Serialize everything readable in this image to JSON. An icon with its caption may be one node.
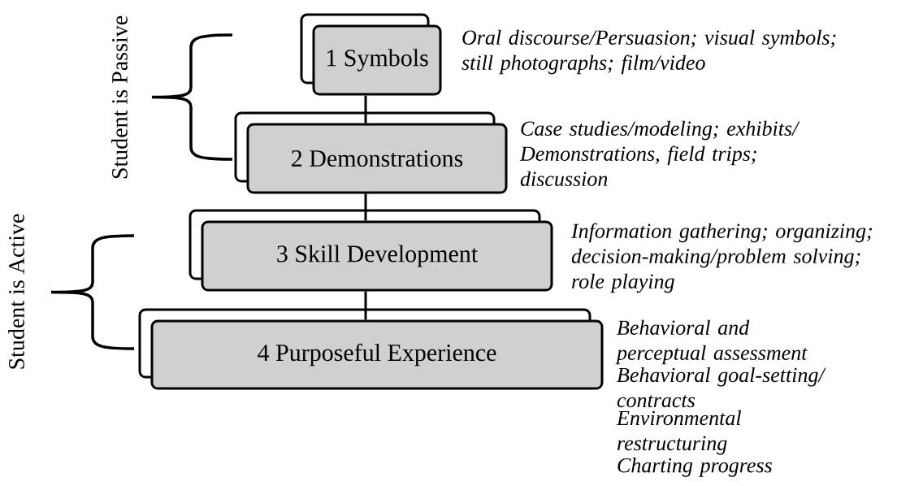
{
  "diagram": {
    "nodes": [
      {
        "text": [
          "1 Symbols"
        ],
        "beside": [
          "Oral discourse/Persuasion; visual symbols; still photographs; film/video"
        ]
      },
      {
        "text": [
          "2 Demonstrations"
        ],
        "beside": [
          "Case studies/modeling; exhibits/ Demonstrations, field trips; discussion"
        ]
      },
      {
        "text": [
          "3 Skill Development"
        ],
        "beside": [
          "Information gathering; organizing; decision-making/problem solving; role playing"
        ]
      },
      {
        "text": [
          "4 Purposeful Experience"
        ],
        "beside": [
          "Behavioral and perceptual assessment",
          "Behavioral goal-setting/ contracts",
          "Environmental restructuring",
          "Charting progress"
        ]
      }
    ],
    "edges": [
      {
        "from": 0,
        "to": 1,
        "arrow": "none"
      },
      {
        "from": 1,
        "to": 2,
        "arrow": "none"
      },
      {
        "from": 2,
        "to": 3,
        "arrow": "none"
      }
    ],
    "labels": [
      "Student is Passive",
      "Student is Active"
    ]
  }
}
